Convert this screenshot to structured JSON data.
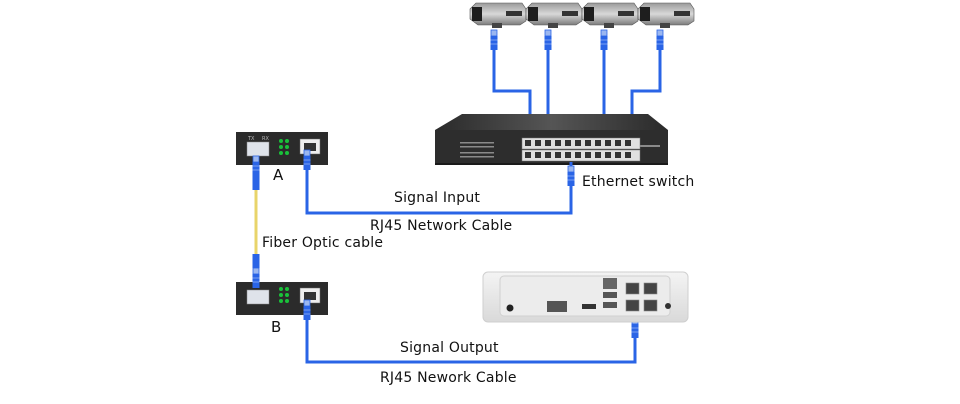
{
  "diagram": {
    "title": "Fiber media converter CCTV network connection",
    "colors": {
      "cable": "#2a64e6",
      "fiber": "#e8d46a",
      "device_dark": "#2b2b2b",
      "led_green": "#19c23a",
      "nvr_body": "#e9e9e9",
      "background": "#ffffff"
    },
    "nodes": {
      "cameras": [
        {
          "id": "camera-1",
          "icon": "cctv-camera-icon"
        },
        {
          "id": "camera-2",
          "icon": "cctv-camera-icon"
        },
        {
          "id": "camera-3",
          "icon": "cctv-camera-icon"
        },
        {
          "id": "camera-4",
          "icon": "cctv-camera-icon"
        }
      ],
      "switch": {
        "label": "Ethernet switch",
        "icon": "ethernet-switch-icon"
      },
      "converter_a": {
        "label": "A",
        "icon": "media-converter-icon",
        "port_labels": [
          "TX",
          "RX"
        ]
      },
      "converter_b": {
        "label": "B",
        "icon": "media-converter-icon"
      },
      "nvr": {
        "icon": "nvr-recorder-icon"
      }
    },
    "labels": {
      "signal_input": "Signal Input",
      "rj45_top": "RJ45 Network Cable",
      "fiber": "Fiber Optic cable",
      "signal_output": "Signal Output",
      "rj45_bottom": "RJ45 Nework Cable"
    },
    "edges": [
      {
        "from": "camera-1",
        "to": "switch",
        "type": "rj45"
      },
      {
        "from": "camera-2",
        "to": "switch",
        "type": "rj45"
      },
      {
        "from": "camera-3",
        "to": "switch",
        "type": "rj45"
      },
      {
        "from": "camera-4",
        "to": "switch",
        "type": "rj45"
      },
      {
        "from": "switch",
        "to": "converter_a",
        "type": "rj45",
        "label": "Signal Input"
      },
      {
        "from": "converter_a",
        "to": "converter_b",
        "type": "fiber",
        "label": "Fiber Optic cable"
      },
      {
        "from": "converter_b",
        "to": "nvr",
        "type": "rj45",
        "label": "Signal Output"
      }
    ]
  }
}
